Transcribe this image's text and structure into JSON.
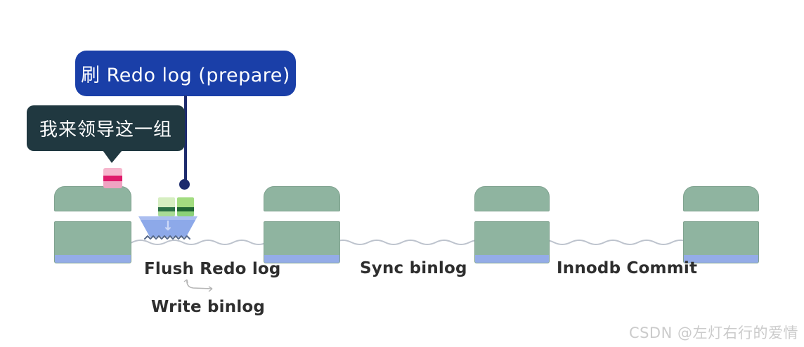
{
  "bubbles": {
    "redo_prepare": "刷 Redo log (prepare)",
    "leader": "我来领导这一组"
  },
  "labels": {
    "flush_redo_log": "Flush Redo log",
    "write_binlog": "Write binlog",
    "sync_binlog": "Sync binlog",
    "innodb_commit": "Innodb Commit"
  },
  "boat": {
    "arrow_glyph": "↓"
  },
  "watermark": "CSDN @左灯右行的爱情",
  "colors": {
    "bubble_blue": "#1a3fa8",
    "bubble_dark": "#203840",
    "navy": "#1d2b6d",
    "pier_green": "#8fb4a0",
    "pier_border": "#7fa28f",
    "pier_base_blue": "#94ace7",
    "hull_blue": "#8da9e9",
    "hull_light": "#abbef0",
    "wave_light": "#bdc3cd",
    "wave_dark": "#55688a",
    "pink_top": "#f6b6cd",
    "pink_stripe": "#df1a6b",
    "pink_bot": "#efa3c2",
    "cargo_l_top": "#d6eec1",
    "cargo_l_stripe": "#2b7046",
    "cargo_l_bot": "#a9db97",
    "cargo_r_top": "#a2dc80",
    "cargo_r_stripe": "#1e6533",
    "cargo_r_bot": "#8bd179",
    "label": "#2e2e2e",
    "watermark": "#cbcbcb"
  }
}
